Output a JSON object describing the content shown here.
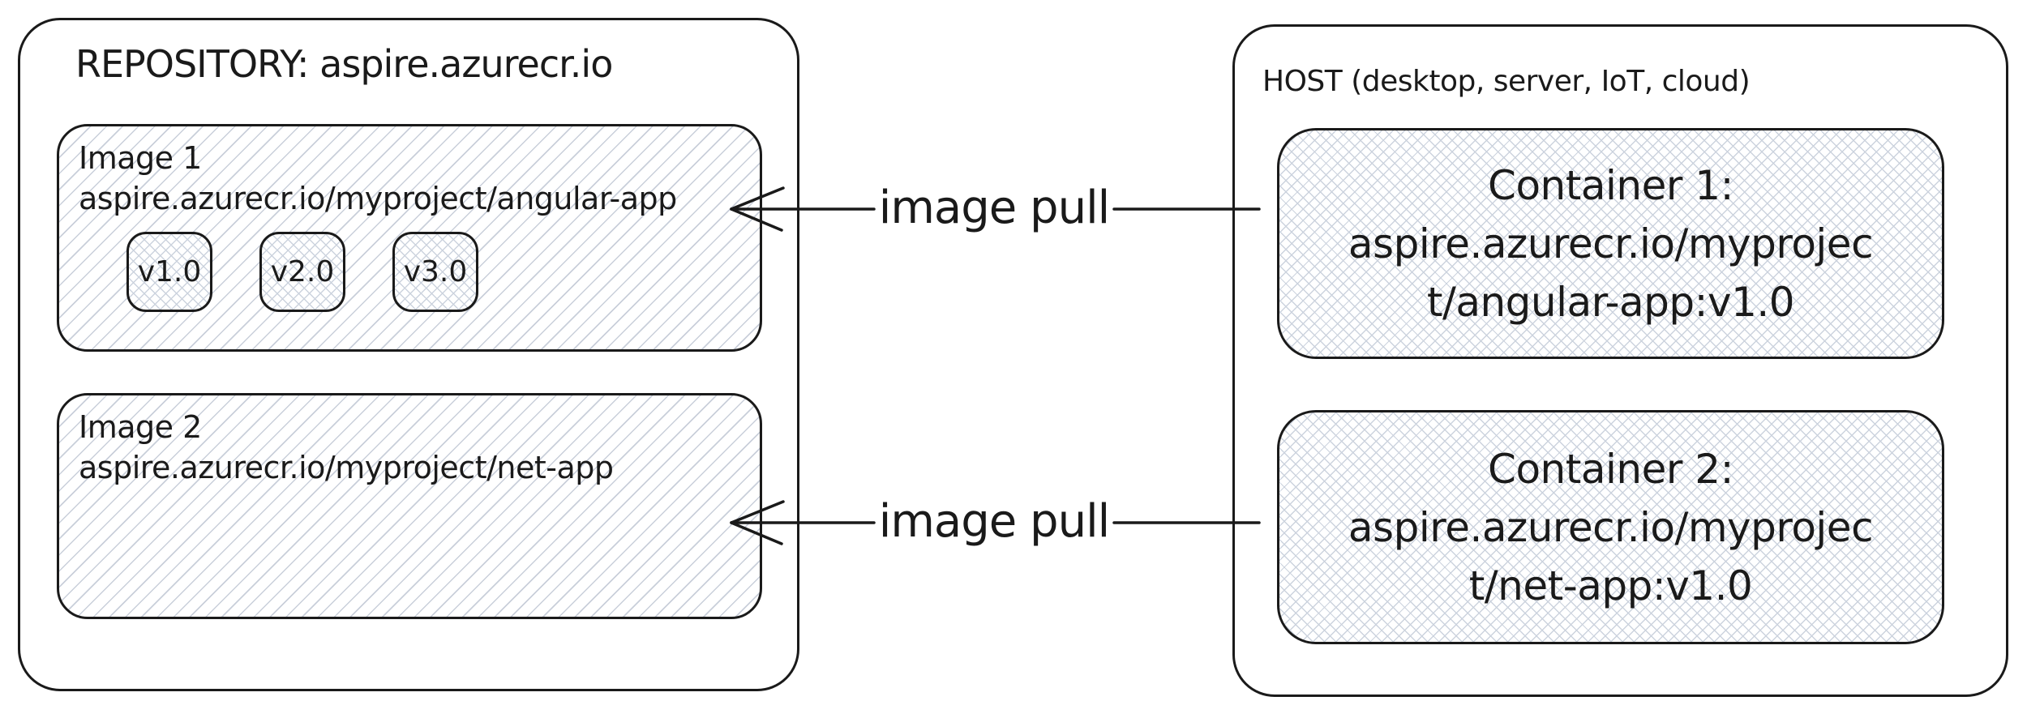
{
  "repository": {
    "title": "REPOSITORY: aspire.azurecr.io",
    "images": [
      {
        "name": "Image 1",
        "path": "aspire.azurecr.io/myproject/angular-app",
        "tags": [
          "v1.0",
          "v2.0",
          "v3.0"
        ]
      },
      {
        "name": "Image 2",
        "path": "aspire.azurecr.io/myproject/net-app",
        "tags": []
      }
    ]
  },
  "host": {
    "title": "HOST (desktop, server, IoT, cloud)",
    "containers": [
      {
        "title": "Container 1:",
        "image_line1": "aspire.azurecr.io/myprojec",
        "image_line2": "t/angular-app:v1.0"
      },
      {
        "title": "Container 2:",
        "image_line1": "aspire.azurecr.io/myprojec",
        "image_line2": "t/net-app:v1.0"
      }
    ]
  },
  "arrows": [
    {
      "label": "image pull",
      "direction": "right-to-left"
    },
    {
      "label": "image pull",
      "direction": "right-to-left"
    }
  ],
  "colors": {
    "stroke": "#1a1a1a",
    "hatch": "#c9cfda",
    "crosshatch": "#ccd3de",
    "background": "#ffffff"
  }
}
